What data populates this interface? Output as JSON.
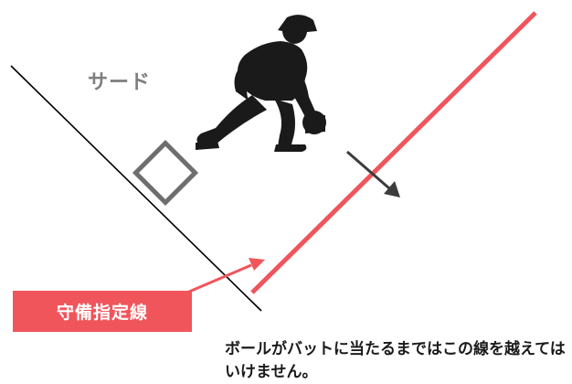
{
  "labels": {
    "third_base": "サード",
    "defense_line": "守備指定線",
    "rule_text": "ボールがバットに当たるまではこの線を越えてはいけません。"
  },
  "colors": {
    "defense_line": "#f0555c",
    "foul_line": "#000000",
    "base_outline": "#6e6e6e",
    "arrow": "#3c3c3c",
    "player": "#1a1a1a",
    "third_base_text": "#7f7f7f"
  },
  "icons": {
    "player": "fielder-crouching-silhouette",
    "base": "diamond-base",
    "move_arrow": "arrow-down-right"
  }
}
